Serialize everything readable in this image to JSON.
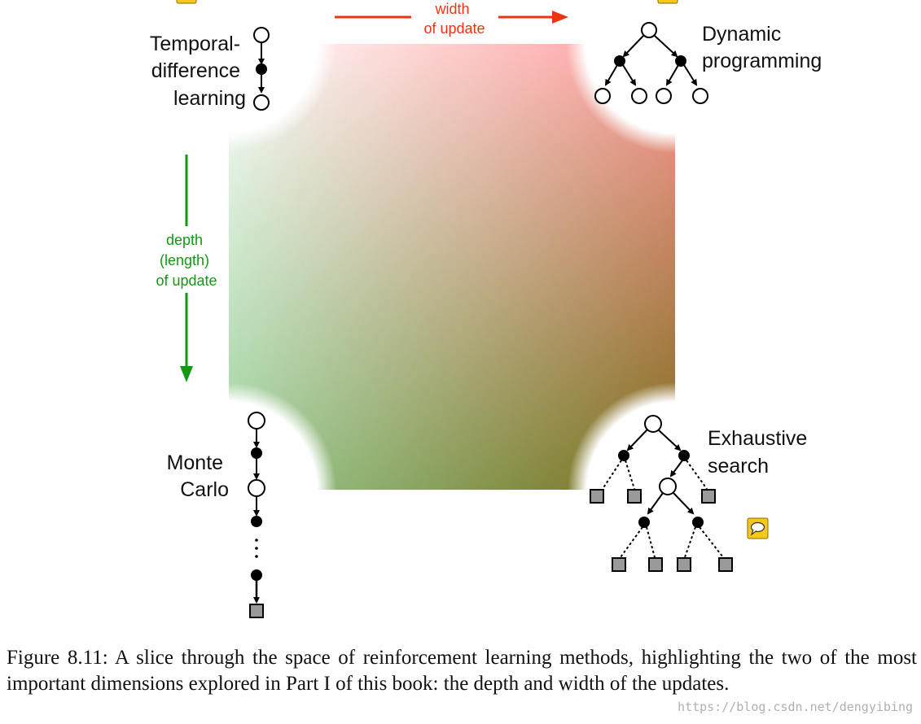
{
  "labels": {
    "width_arrow": [
      "width",
      "of update"
    ],
    "depth_arrow": [
      "depth",
      "(length)",
      "of update"
    ],
    "td": [
      "Temporal-",
      "difference",
      "learning"
    ],
    "dp": [
      "Dynamic",
      "programming"
    ],
    "mc": [
      "Monte",
      "Carlo"
    ],
    "es": [
      "Exhaustive",
      "search"
    ]
  },
  "colors": {
    "width_arrow": "#ee3311",
    "depth_arrow": "#119911",
    "top_left": "#ffffff",
    "top_right": "#ff9a9a",
    "bottom_left": "#96cf96",
    "bottom_right": "#7a6a18",
    "node_open": "#ffffff",
    "node_filled": "#000000",
    "terminal": "#9a9a9a",
    "comment_icon": "#f6c81a"
  },
  "icons": [
    "comment-icon"
  ],
  "caption": "Figure 8.11: A slice through the space of reinforcement learning methods, highlighting the two of the most important dimensions explored in Part I of this book: the depth and width of the updates.",
  "watermark": "https://blog.csdn.net/dengyibing"
}
